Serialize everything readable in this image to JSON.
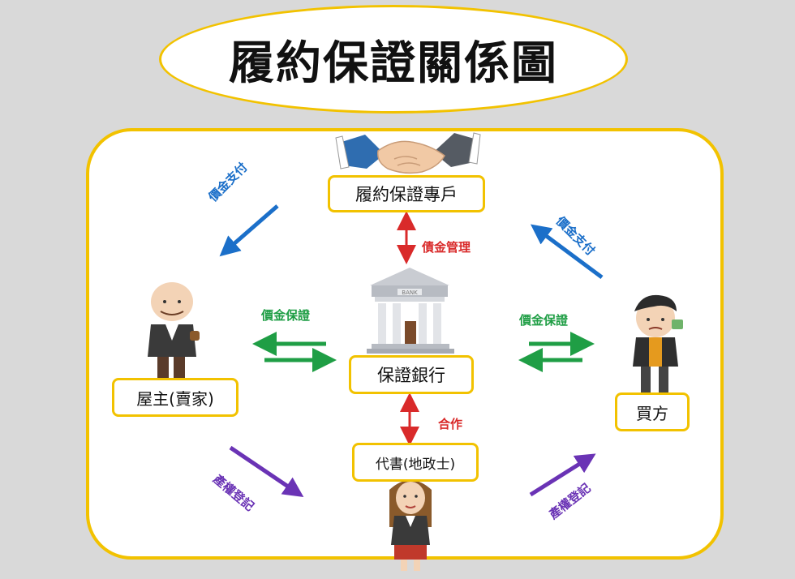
{
  "title": "履約保證關係圖",
  "nodes": {
    "escrow_account": "履約保證專戶",
    "guarantee_bank": "保證銀行",
    "owner": "屋主(賣家)",
    "buyer": "買方",
    "agent": "代書(地政士)"
  },
  "labels": {
    "debt_management": "債金管理",
    "cooperation": "合作",
    "price_guarantee_left": "價金保證",
    "price_guarantee_right": "價金保證",
    "payment_left": "價金支付",
    "payment_right": "價金支付",
    "registration_left": "產權登記",
    "registration_right": "產權登記"
  },
  "bank_sign": "BANK",
  "colors": {
    "frame": "#f2c200",
    "red": "#d92a2a",
    "green": "#1f9e45",
    "blue": "#1b6fc9",
    "purple": "#6a33b5"
  },
  "icons": [
    "handshake-icon",
    "bank-building-icon",
    "owner-person-icon",
    "buyer-person-icon",
    "agent-person-icon"
  ]
}
